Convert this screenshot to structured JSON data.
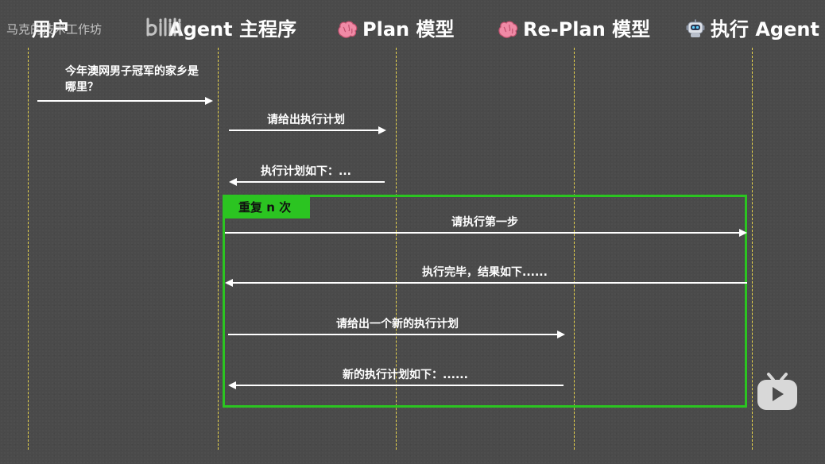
{
  "participants": {
    "user": {
      "label": "用户",
      "icon": "user-icon"
    },
    "agent": {
      "label": "Agent 主程序",
      "icon": "play-icon"
    },
    "plan": {
      "label": "Plan 模型",
      "icon": "brain-icon"
    },
    "replan": {
      "label": "Re-Plan 模型",
      "icon": "brain-icon"
    },
    "executor": {
      "label": "执行 Agent",
      "icon": "robot-icon"
    }
  },
  "watermark": {
    "text": "马克的技术工作坊",
    "platform": "bilibili"
  },
  "loop": {
    "label": "重复 n 次",
    "color": "#2bc421"
  },
  "messages": {
    "m1": "今年澳网男子冠军的家乡是哪里？",
    "m2": "请给出执行计划",
    "m3": "执行计划如下：...",
    "m4": "请执行第一步",
    "m5": "执行完毕，结果如下......",
    "m6": "请给出一个新的执行计划",
    "m7": "新的执行计划如下：......"
  },
  "colors": {
    "lifeline": "#e8d44d",
    "arrow": "#ffffff",
    "background": "#4a4a4a"
  }
}
